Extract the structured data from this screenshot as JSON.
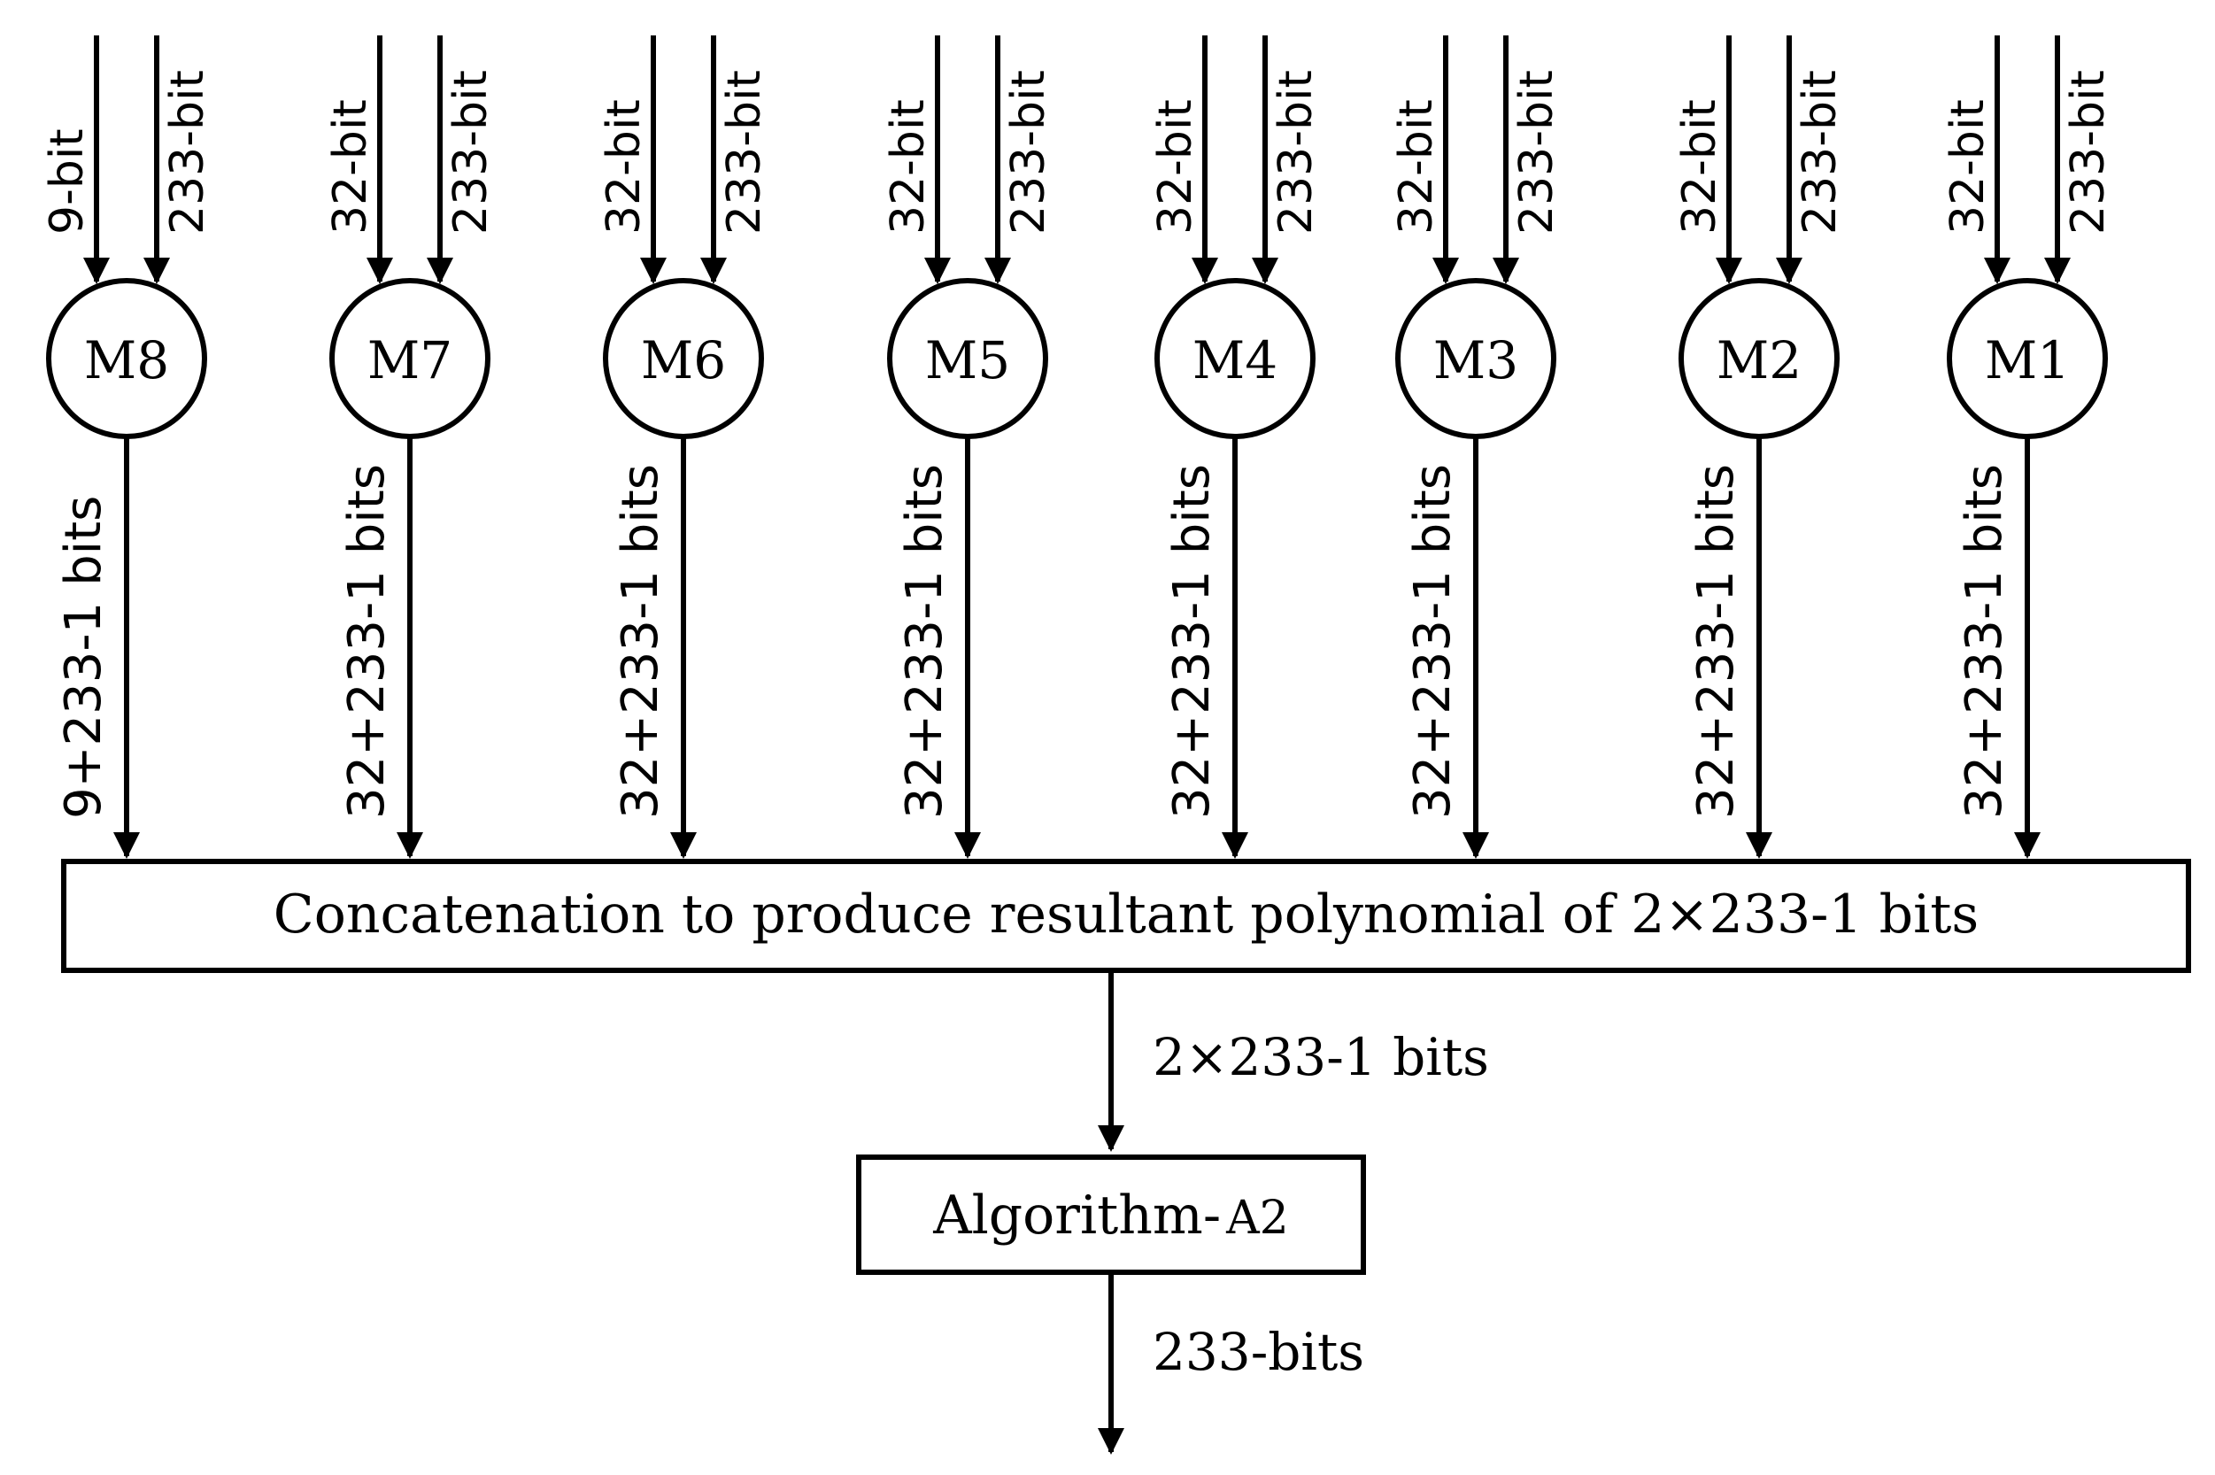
{
  "colors": {
    "stroke": "#000000",
    "background": "#ffffff"
  },
  "multipliers": [
    {
      "id": "M8",
      "input_a": "9-bit",
      "input_b": "233-bit",
      "output": "9+233-1 bits"
    },
    {
      "id": "M7",
      "input_a": "32-bit",
      "input_b": "233-bit",
      "output": "32+233-1 bits"
    },
    {
      "id": "M6",
      "input_a": "32-bit",
      "input_b": "233-bit",
      "output": "32+233-1 bits"
    },
    {
      "id": "M5",
      "input_a": "32-bit",
      "input_b": "233-bit",
      "output": "32+233-1 bits"
    },
    {
      "id": "M4",
      "input_a": "32-bit",
      "input_b": "233-bit",
      "output": "32+233-1 bits"
    },
    {
      "id": "M3",
      "input_a": "32-bit",
      "input_b": "233-bit",
      "output": "32+233-1 bits"
    },
    {
      "id": "M2",
      "input_a": "32-bit",
      "input_b": "233-bit",
      "output": "32+233-1 bits"
    },
    {
      "id": "M1",
      "input_a": "32-bit",
      "input_b": "233-bit",
      "output": "32+233-1 bits"
    }
  ],
  "concat_box": {
    "label": "Concatenation to produce resultant polynomial of 2×233-1 bits"
  },
  "concat_output": {
    "label": "2×233-1 bits"
  },
  "algorithm_box": {
    "label_main": "Algorithm-",
    "label_suffix": "A2"
  },
  "final_output": {
    "label": "233-bits"
  }
}
